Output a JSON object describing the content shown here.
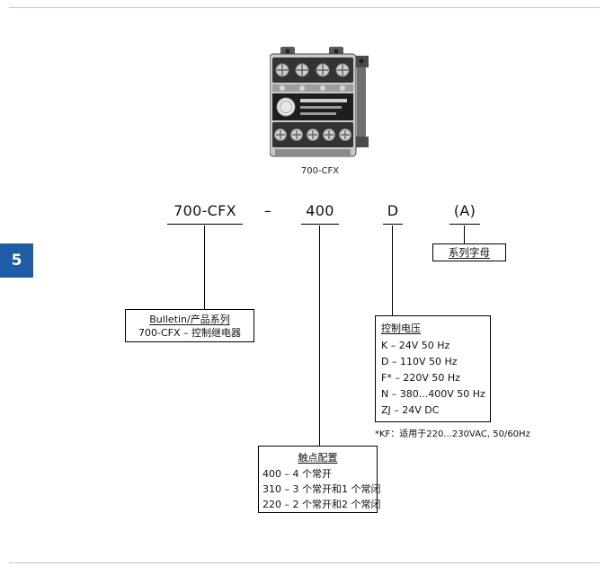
{
  "page": {
    "tab_label": "5"
  },
  "product_image": {
    "caption": "700-CFX"
  },
  "part_number": {
    "series": "700-CFX",
    "dash": "–",
    "contacts": "400",
    "voltage": "D",
    "series_letter": "(A)"
  },
  "series_letter_box": {
    "title": "系列字母"
  },
  "bulletin_box": {
    "title": "Bulletin/产品系列",
    "description": "700-CFX – 控制继电器"
  },
  "control_voltage_box": {
    "title": "控制电压",
    "items": [
      "K – 24V 50 Hz",
      "D – 110V 50 Hz",
      "F* – 220V 50 Hz",
      "N – 380...400V 50 Hz",
      "ZJ – 24V DC"
    ],
    "footnote": "*KF：适用于220...230VAC, 50/60Hz"
  },
  "contact_config_box": {
    "title": "触点配置",
    "items": [
      "400 – 4 个常开",
      "310 – 3 个常开和1 个常闭",
      "220 – 2 个常开和2 个常闭"
    ]
  }
}
